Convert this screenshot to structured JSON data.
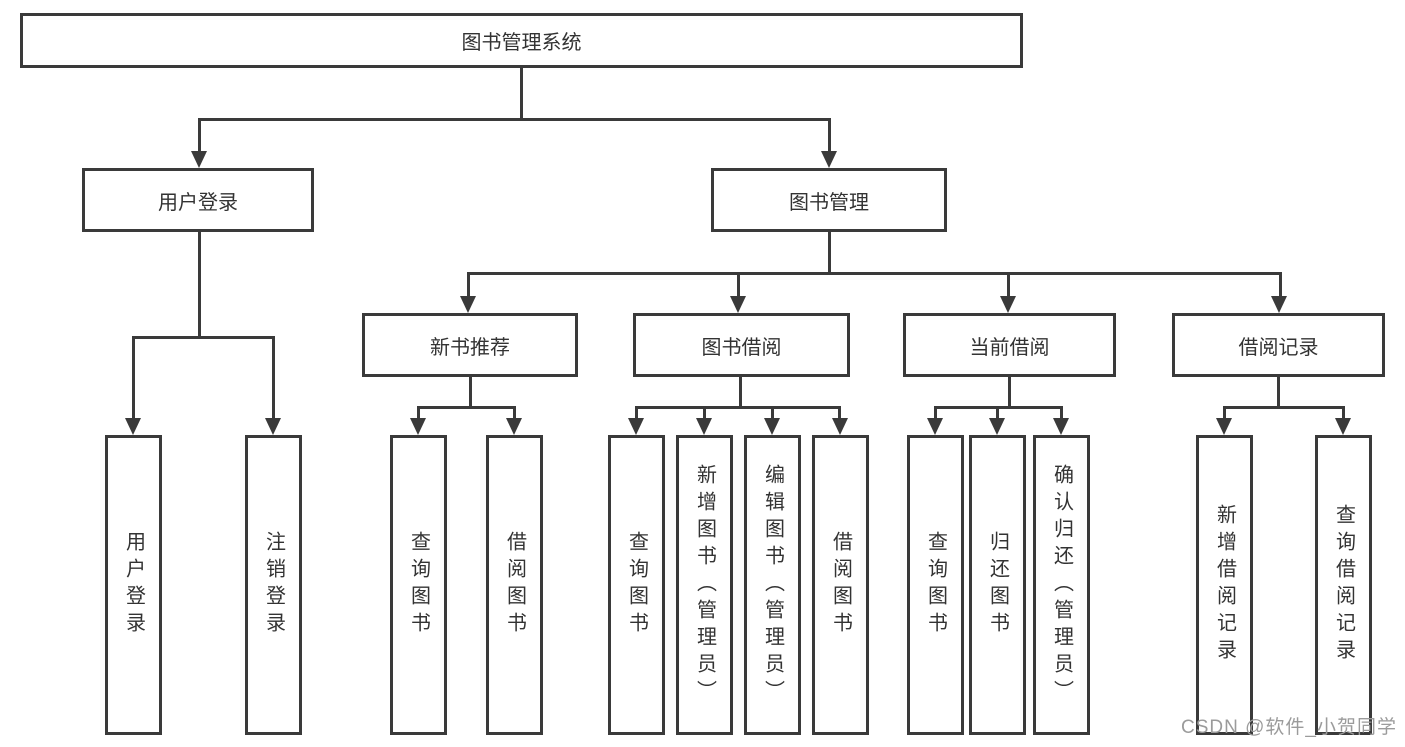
{
  "tree": {
    "label": "图书管理系统",
    "children": [
      {
        "label": "用户登录",
        "children": [
          {
            "label": "用户登录"
          },
          {
            "label": "注销登录"
          }
        ]
      },
      {
        "label": "图书管理",
        "children": [
          {
            "label": "新书推荐",
            "children": [
              {
                "label": "查询图书"
              },
              {
                "label": "借阅图书"
              }
            ]
          },
          {
            "label": "图书借阅",
            "children": [
              {
                "label": "查询图书"
              },
              {
                "label": "新增图书（管理员）"
              },
              {
                "label": "编辑图书（管理员）"
              },
              {
                "label": "借阅图书"
              }
            ]
          },
          {
            "label": "当前借阅",
            "children": [
              {
                "label": "查询图书"
              },
              {
                "label": "归还图书"
              },
              {
                "label": "确认归还（管理员）"
              }
            ]
          },
          {
            "label": "借阅记录",
            "children": [
              {
                "label": "新增借阅记录"
              },
              {
                "label": "查询借阅记录"
              }
            ]
          }
        ]
      }
    ]
  },
  "watermark": "CSDN @软件_小贺同学",
  "colors": {
    "line": "#3a3a3a",
    "text": "#333333",
    "watermark": "#9b9b9b",
    "background": "#ffffff"
  }
}
